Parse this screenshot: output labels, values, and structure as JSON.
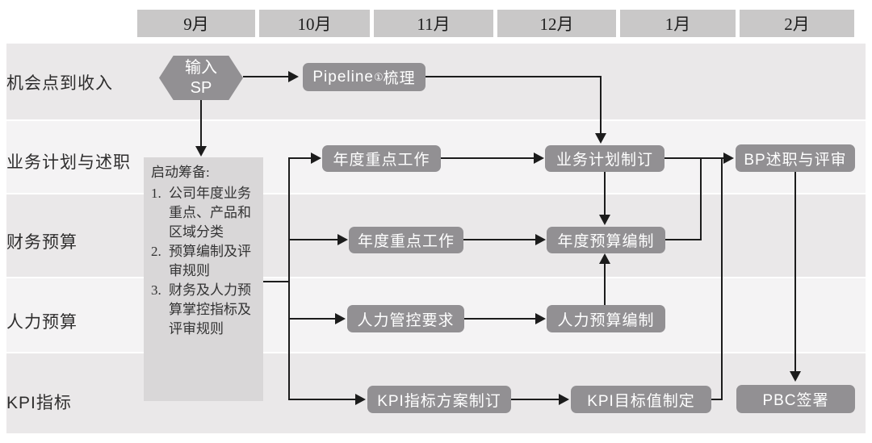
{
  "months": {
    "labels": [
      "9月",
      "10月",
      "11月",
      "12月",
      "1月",
      "2月"
    ]
  },
  "lanes": [
    "机会点到收入",
    "业务计划与述职",
    "财务预算",
    "人力预算",
    "KPI指标"
  ],
  "nodes": {
    "input_sp": {
      "line1": "输入",
      "line2": "SP"
    },
    "pipeline": {
      "pre": "Pipeline",
      "sup": "①",
      "post": "梳理"
    },
    "annual_key_work_bp": "年度重点工作",
    "business_plan": "业务计划制订",
    "bp_review": "BP述职与评审",
    "annual_key_work_fin": "年度重点工作",
    "annual_budget": "年度预算编制",
    "hr_control": "人力管控要求",
    "hr_budget": "人力预算编制",
    "kpi_plan": "KPI指标方案制订",
    "kpi_target": "KPI目标值制定",
    "pbc_sign": "PBC签署"
  },
  "prep": {
    "title": "启动筹备:",
    "items": [
      {
        "num": "1.",
        "text": "公司年度业务重点、产品和区域分类"
      },
      {
        "num": "2.",
        "text": "预算编制及评审规则"
      },
      {
        "num": "3.",
        "text": "财务及人力预算掌控指标及评审规则"
      }
    ]
  },
  "edges": [
    {
      "from": "输入SP",
      "to": "Pipeline①梳理"
    },
    {
      "from": "输入SP",
      "to": "启动筹备"
    },
    {
      "from": "Pipeline①梳理",
      "to": "业务计划制订"
    },
    {
      "from": "启动筹备",
      "to": "年度重点工作(业务计划与述职)"
    },
    {
      "from": "启动筹备",
      "to": "年度重点工作(财务预算)"
    },
    {
      "from": "启动筹备",
      "to": "人力管控要求"
    },
    {
      "from": "启动筹备",
      "to": "KPI指标方案制订"
    },
    {
      "from": "年度重点工作(业务计划与述职)",
      "to": "业务计划制订"
    },
    {
      "from": "业务计划制订",
      "to": "年度预算编制"
    },
    {
      "from": "业务计划制订",
      "to": "BP述职与评审"
    },
    {
      "from": "年度重点工作(财务预算)",
      "to": "年度预算编制"
    },
    {
      "from": "年度预算编制",
      "to": "BP述职与评审"
    },
    {
      "from": "人力管控要求",
      "to": "人力预算编制"
    },
    {
      "from": "人力预算编制",
      "to": "年度预算编制"
    },
    {
      "from": "KPI指标方案制订",
      "to": "KPI目标值制定"
    },
    {
      "from": "KPI目标值制定",
      "to": "BP述职与评审"
    },
    {
      "from": "BP述职与评审",
      "to": "PBC签署"
    }
  ],
  "colors": {
    "band-dark": "#eae8e9",
    "band-light": "#f4f3f4",
    "month-bg": "#c9c8c8",
    "node-bg": "#929093",
    "prep-bg": "#d9d7d8",
    "line": "#1c1c1c",
    "label": "#2f2e2e",
    "node-text": "#ffffff",
    "prep-text": "#333333"
  }
}
